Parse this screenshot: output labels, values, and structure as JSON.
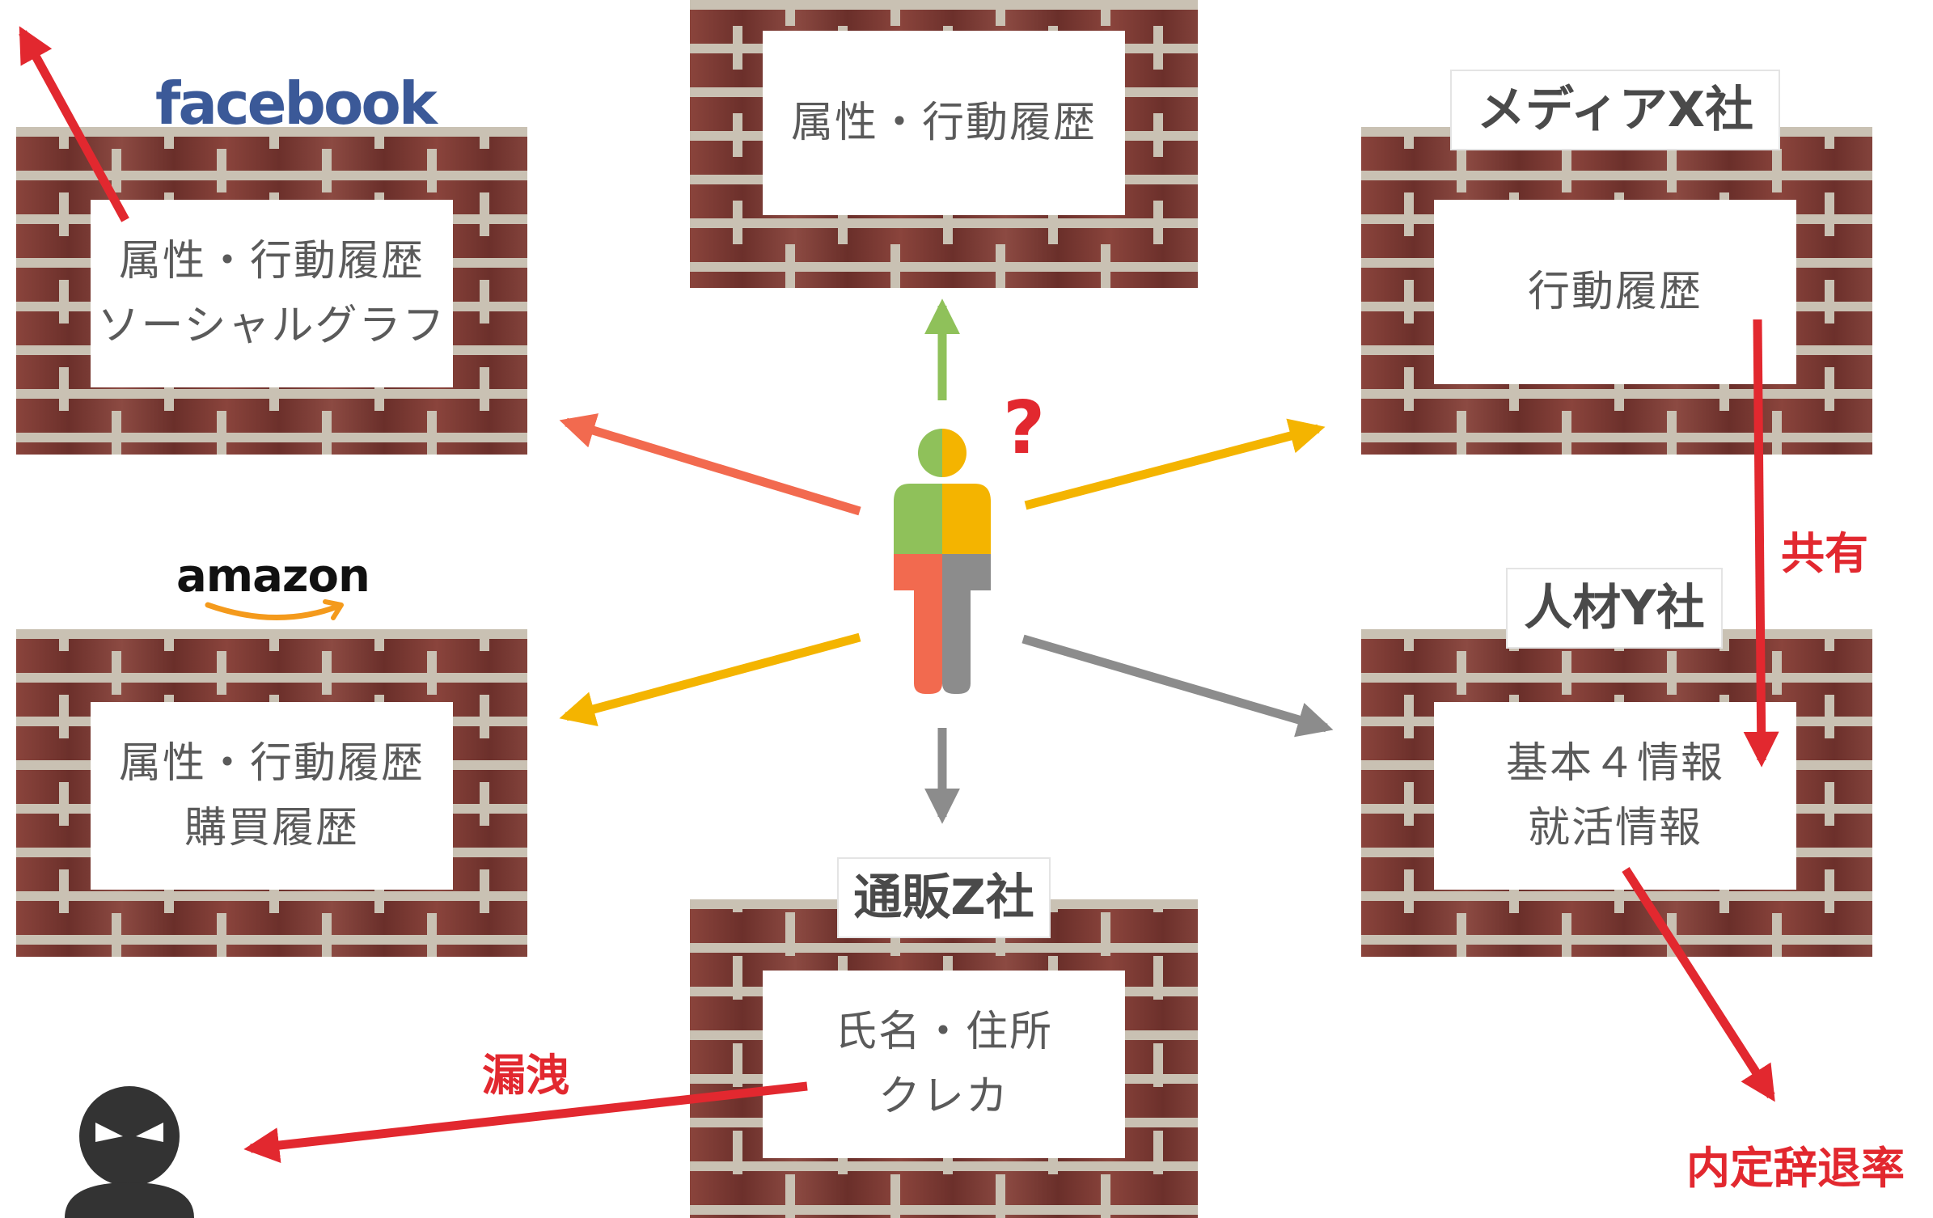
{
  "logos": {
    "facebook": "facebook",
    "amazon": "amazon"
  },
  "boxes": {
    "facebook": {
      "line1": "属性・行動履歴",
      "line2": "ソーシャルグラフ"
    },
    "top": {
      "line1": "属性・行動履歴"
    },
    "media": {
      "label": "メディアX社",
      "line1": "行動履歴"
    },
    "amazon": {
      "line1": "属性・行動履歴",
      "line2": "購買履歴"
    },
    "jinzai": {
      "label": "人材Y社",
      "line1": "基本４情報",
      "line2": "就活情報"
    },
    "tsuhan": {
      "label": "通販Z社",
      "line1": "氏名・住所",
      "line2": "クレカ"
    }
  },
  "annotations": {
    "share": "共有",
    "leak": "漏洩",
    "rate": "内定辞退率",
    "question": "?"
  },
  "colors": {
    "green": "#8fc15a",
    "yellow": "#f4b400",
    "orange": "#f26a4f",
    "gray": "#8c8c8c",
    "red": "#e2282f"
  }
}
